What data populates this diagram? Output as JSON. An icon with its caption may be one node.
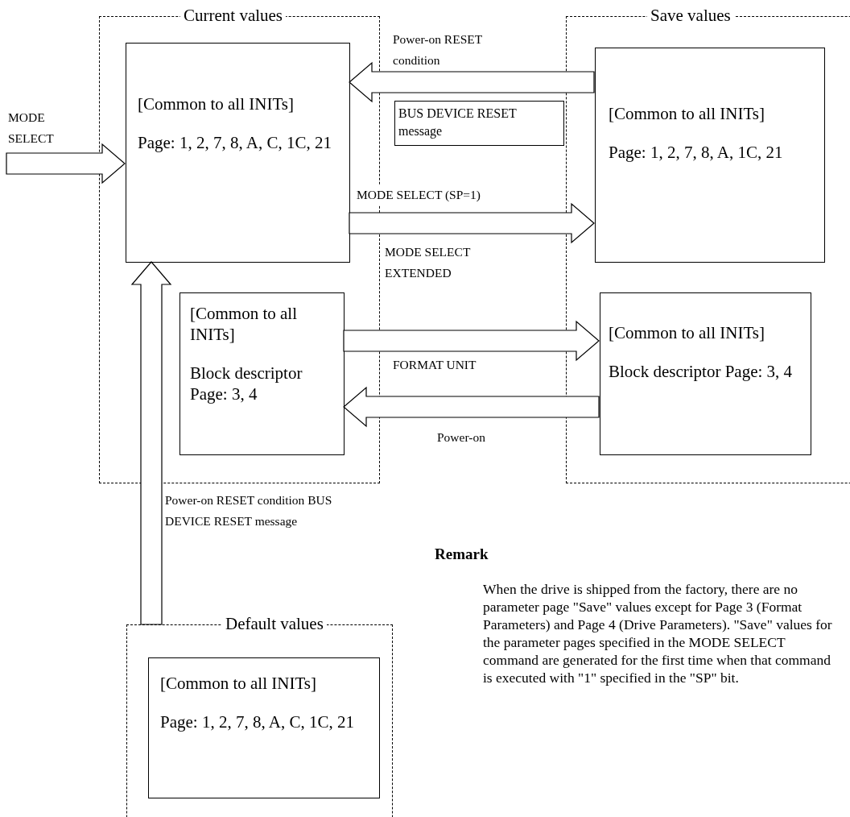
{
  "diagram": {
    "nodes": [
      {
        "text": [
          "Current values"
        ]
      },
      {
        "text": [
          "[Common to all INITs]",
          "Page: 1, 2, 7, 8, A, C, 1C, 21"
        ],
        "in": 0
      },
      {
        "text": [
          "[Common to all INITs]",
          "Block descriptor Page: 3, 4"
        ],
        "in": 0
      },
      {
        "text": [
          "Save values"
        ]
      },
      {
        "text": [
          "[Common to all INITs]",
          "Page: 1, 2, 7, 8, A, 1C, 21"
        ],
        "in": 3
      },
      {
        "text": [
          "[Common to all INITs]",
          "Block descriptor Page: 3, 4"
        ],
        "in": 3
      },
      {
        "text": [
          "BUS DEVICE RESET message"
        ]
      },
      {
        "text": [
          "Default values"
        ]
      },
      {
        "text": [
          "[Common to all INITs]",
          "Page: 1, 2, 7, 8, A, C, 1C, 21"
        ],
        "in": 7
      }
    ],
    "edges": [
      {
        "from": null,
        "to": 1,
        "arrow": "to",
        "label": "MODE SELECT"
      },
      {
        "from": 4,
        "to": 1,
        "arrow": "to",
        "label": "Power-on RESET condition"
      },
      {
        "from": 1,
        "to": 4,
        "arrow": "to",
        "label": "MODE SELECT (SP=1)"
      },
      {
        "from": 2,
        "to": 5,
        "arrow": "to",
        "label": "FORMAT UNIT"
      },
      {
        "from": 5,
        "to": 2,
        "arrow": "to",
        "label": "Power-on"
      },
      {
        "from": 7,
        "to": 1,
        "arrow": "to",
        "label": "Power-on RESET condition BUS DEVICE RESET message"
      }
    ],
    "labels": [
      "MODE SELECT EXTENDED",
      "Remark",
      "When the drive is shipped from the factory, there are no parameter page \"Save\" values except for Page 3 (Format Parameters) and Page 4 (Drive Parameters).  \"Save\" values for the parameter pages specified in the MODE SELECT command are generated for the first time when that command is executed with \"1\" specified in the \"SP\" bit."
    ]
  }
}
